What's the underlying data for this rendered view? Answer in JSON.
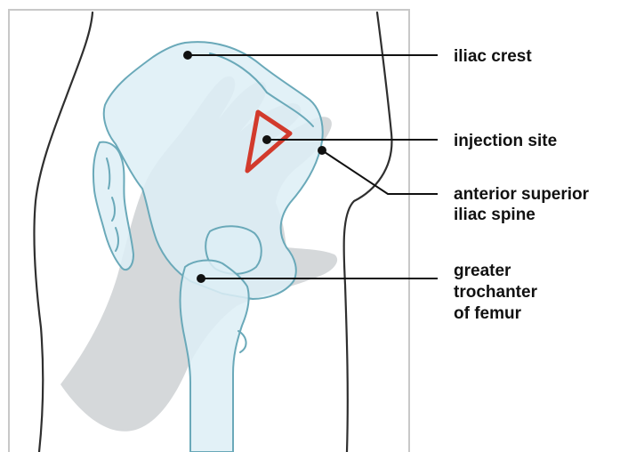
{
  "labels": {
    "iliac_crest": "iliac crest",
    "injection_site": "injection site",
    "asis_line1": "anterior superior",
    "asis_line2": "iliac spine",
    "trochanter_line1": "greater",
    "trochanter_line2": "trochanter",
    "trochanter_line3": "of femur"
  },
  "colors": {
    "bone_fill": "#ddeef6",
    "bone_stroke": "#6aa9b9",
    "hand_fill": "#9aa3a8",
    "injection_marker": "#d23a2c",
    "body_outline": "#2f2f2f",
    "frame": "#c8c8c8"
  }
}
